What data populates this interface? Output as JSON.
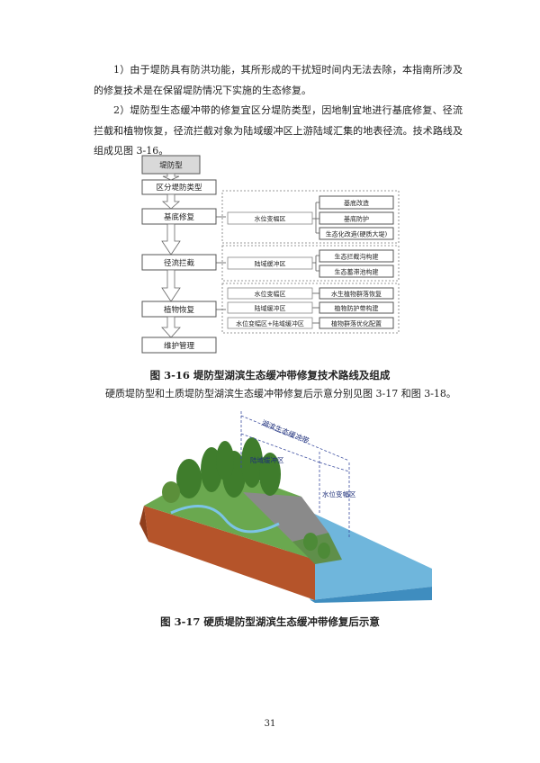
{
  "paragraphs": [
    "1）由于堤防具有防洪功能，其所形成的干扰短时间内无法去除，本指南所涉及的修复技术是在保留堤防情况下实施的生态修复。",
    "2）堤防型生态缓冲带的修复宜区分堤防类型，因地制宜地进行基底修复、径流拦截和植物恢复，径流拦截对象为陆域缓冲区上游陆域汇集的地表径流。技术路线及组成见图 3-16。"
  ],
  "flowchart": {
    "main": [
      "堤防型",
      "区分堤防类型",
      "基底修复",
      "径流拦截",
      "植物恢复",
      "维护管理"
    ],
    "group1": {
      "zone": "水位变幅区",
      "items": [
        "基底改造",
        "基底防护",
        "生态化改造(硬质大堤)"
      ]
    },
    "group2": {
      "zone": "陆域缓冲区",
      "items": [
        "生态拦截沟构建",
        "生态蓄滞池构建"
      ]
    },
    "group3": [
      {
        "zone": "水位变幅区",
        "item": "水生植物群落恢复"
      },
      {
        "zone": "陆域缓冲区",
        "item": "植物防护带构建"
      },
      {
        "zone": "水位变幅区+陆域缓冲区",
        "item": "植物群落优化配置"
      }
    ]
  },
  "caption_316": "图 3-16 堤防型湖滨生态缓冲带修复技术路线及组成",
  "paragraph3": "硬质堤防型和土质堤防型湖滨生态缓冲带修复后示意分别见图 3-17 和图 3-18。",
  "illustration": {
    "label_buffer": "湖滨生态缓冲带",
    "label_land": "陆域缓冲区",
    "label_water": "水位变幅区"
  },
  "caption_317": "图 3-17 硬质堤防型湖滨生态缓冲带修复后示意",
  "page_number": "31"
}
